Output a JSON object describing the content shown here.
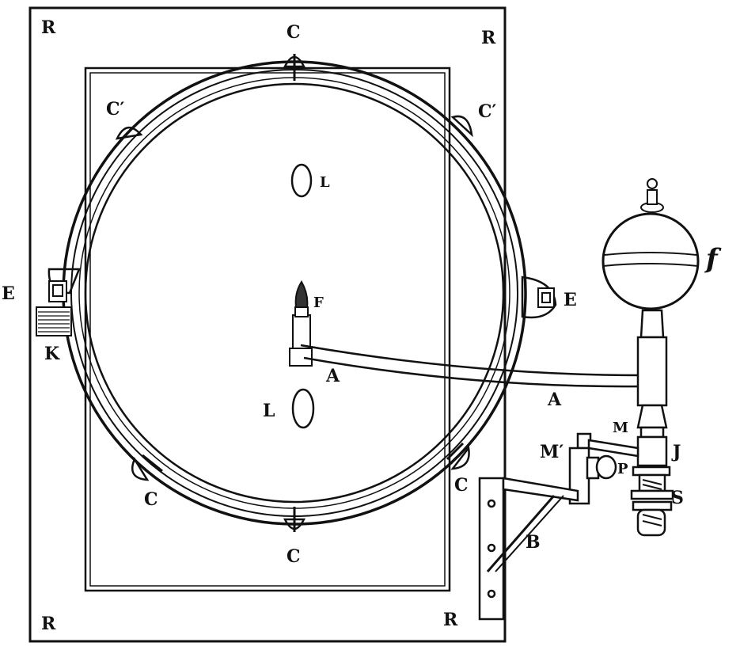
{
  "labels": {
    "R": "R",
    "C": "C",
    "C_prime": "C′",
    "E": "E",
    "K": "K",
    "L": "L",
    "F": "F",
    "A": "A",
    "f": "f",
    "M": "M",
    "M_prime": "M′",
    "J": "J",
    "P": "P",
    "S": "S",
    "B": "B"
  }
}
